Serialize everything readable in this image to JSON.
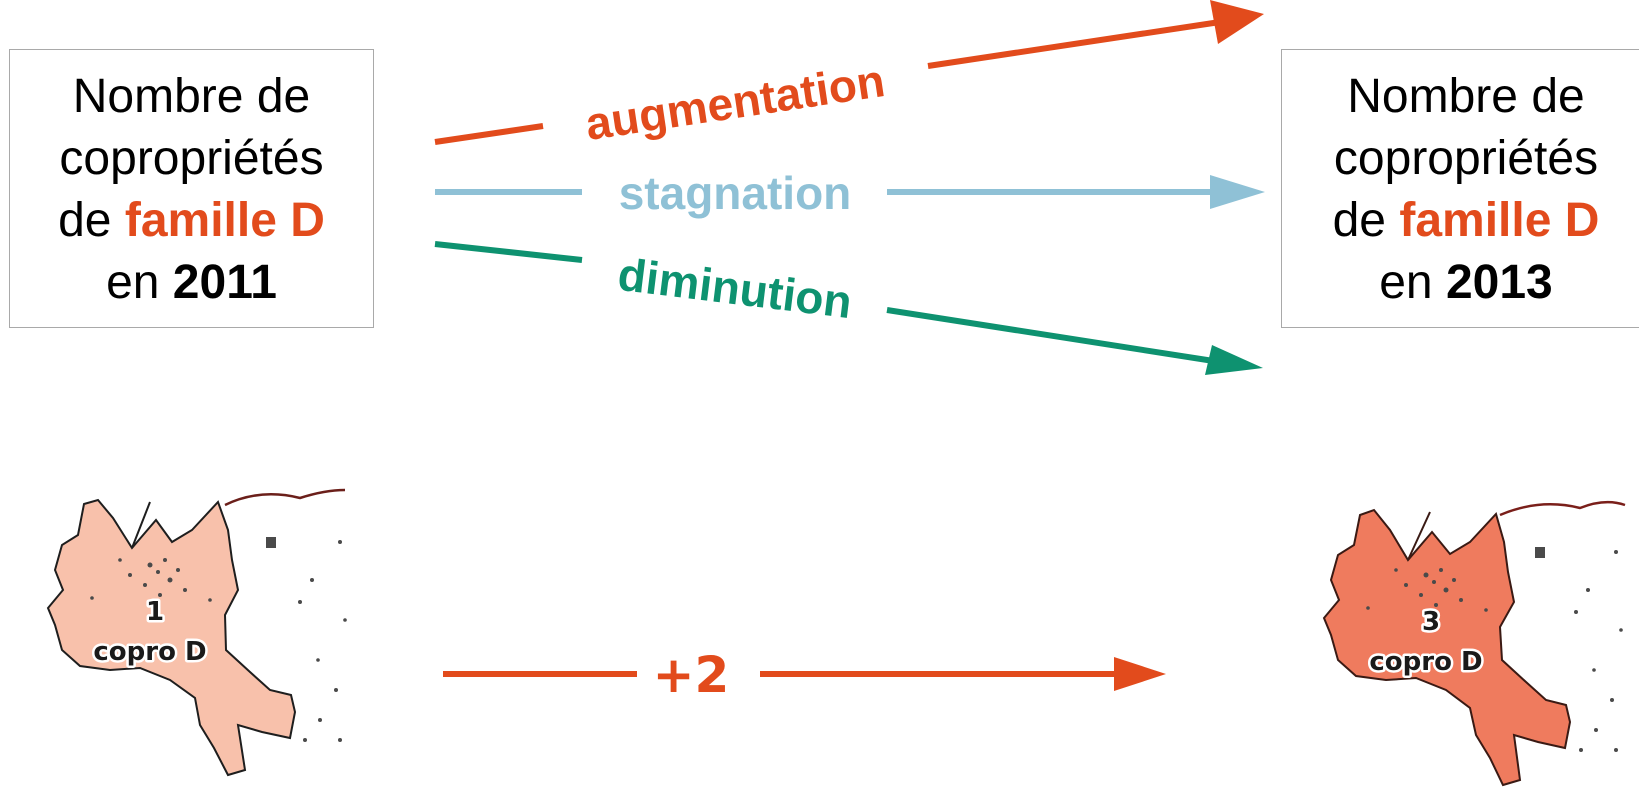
{
  "boxes": {
    "left": {
      "line1": "Nombre de",
      "line2": "copropriétés",
      "line3_prefix": "de ",
      "line3_accent": "famille D",
      "line4_prefix": "en ",
      "line4_year": "2011"
    },
    "right": {
      "line1": "Nombre de",
      "line2": "copropriétés",
      "line3_prefix": "de ",
      "line3_accent": "famille D",
      "line4_prefix": "en ",
      "line4_year": "2013"
    }
  },
  "trends": {
    "increase": "augmentation",
    "stable": "stagnation",
    "decrease": "diminution"
  },
  "maps": {
    "left": {
      "count": "1",
      "label": "copro D"
    },
    "right": {
      "count": "3",
      "label": "copro D"
    }
  },
  "change": {
    "label": "+2"
  },
  "colors": {
    "increase": "#e24b1c",
    "stable": "#8fc1d6",
    "decrease": "#0e9270",
    "map_light": "#f8c1ab",
    "map_dark": "#ef7b5e"
  }
}
